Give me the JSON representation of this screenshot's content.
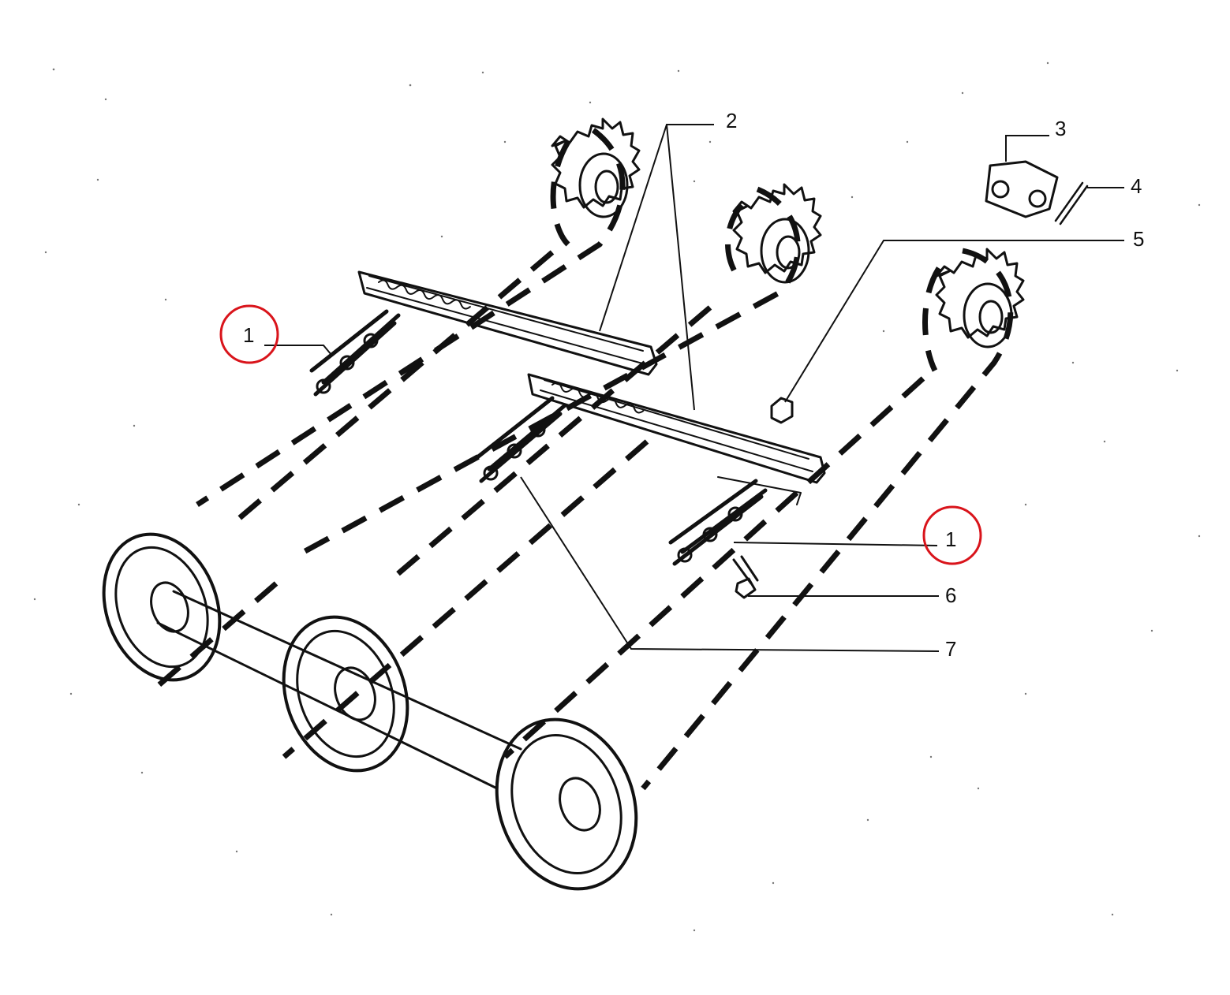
{
  "callouts": {
    "c1_left": "1",
    "c1_right": "1",
    "c2": "2",
    "c3": "3",
    "c4": "4",
    "c5": "5",
    "c6": "6",
    "c7": "7"
  },
  "colors": {
    "ink": "#111111",
    "highlight": "#d9141b",
    "background": "#ffffff"
  }
}
